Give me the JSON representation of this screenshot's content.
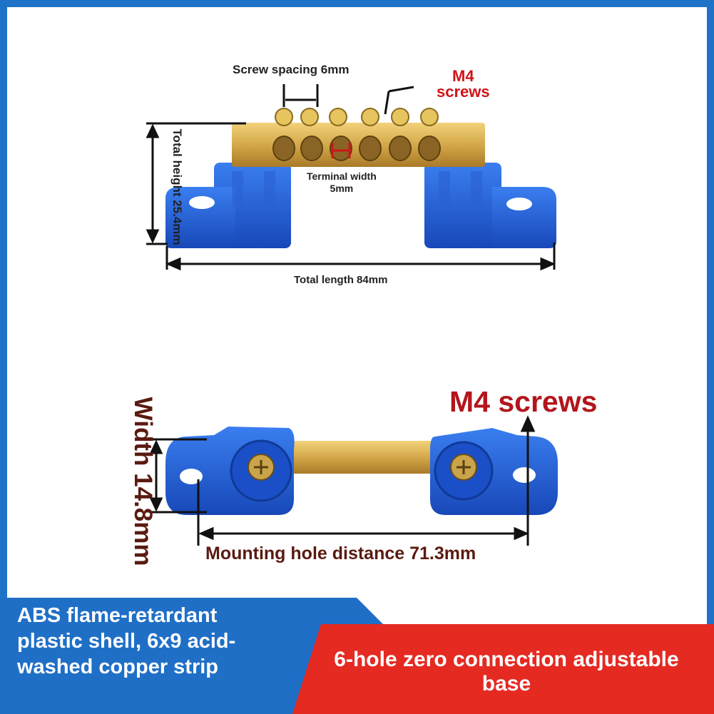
{
  "top_view": {
    "screw_spacing": "Screw spacing 6mm",
    "m4_line1": "M4",
    "m4_line2": "screws",
    "terminal_width_line1": "Terminal width",
    "terminal_width_line2": "5mm",
    "total_length": "Total length 84mm",
    "total_height": "Total height 25.4mm"
  },
  "bottom_view": {
    "m4_screws": "M4 screws",
    "width": "Width 14.8mm",
    "mounting_hole": "Mounting hole distance 71.3mm"
  },
  "banner": {
    "left_text": "ABS flame-retardant plastic shell, 6x9 acid-washed copper strip",
    "right_text": "6-hole zero connection adjustable base",
    "left_color": "#1f6fc6",
    "right_color": "#e52a22"
  },
  "colors": {
    "frame": "#1e73c8",
    "plastic": "#1f5fd6",
    "brass": "#d4a84a",
    "accent_red": "#d0141a"
  }
}
